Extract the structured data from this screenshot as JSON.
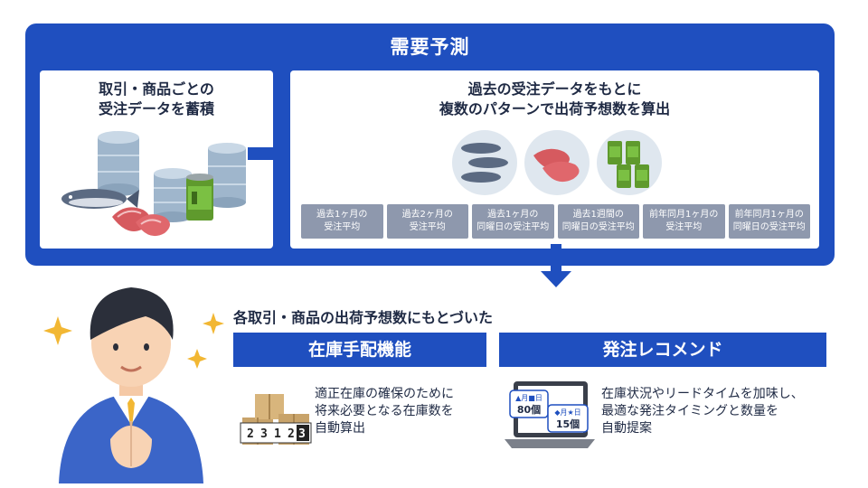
{
  "forecast": {
    "title": "需要予測",
    "store_heading": [
      "取引・商品ごとの",
      "受注データを蓄積"
    ],
    "calc_heading": [
      "過去の受注データをもとに",
      "複数のパターンで出荷予想数を算出"
    ],
    "methods": [
      [
        "過去1ヶ月の",
        "受注平均"
      ],
      [
        "過去2ヶ月の",
        "受注平均"
      ],
      [
        "過去1ヶ月の",
        "同曜日の受注平均"
      ],
      [
        "過去1週間の",
        "同曜日の受注平均"
      ],
      [
        "前年同月1ヶ月の",
        "受注平均"
      ],
      [
        "前年同月1ヶ月の",
        "同曜日の受注平均"
      ]
    ]
  },
  "lower": {
    "based_on": "各取引・商品の出荷予想数にもとづいた",
    "inventory": {
      "title": "在庫手配機能",
      "desc": [
        "適正在庫の確保のために",
        "将来必要となる在庫数を",
        "自動算出"
      ],
      "counter_digits": [
        "2",
        "3",
        "1",
        "2",
        "3"
      ]
    },
    "recommend": {
      "title": "発注レコメンド",
      "desc": [
        "在庫状況やリードタイムを加味し、",
        "最適な発注タイミングと数量を",
        "自動提案"
      ],
      "bubble1": {
        "label": "▲月■日",
        "value": "80個"
      },
      "bubble2": {
        "label": "◆月★日",
        "value": "15個"
      }
    }
  },
  "colors": {
    "brand_blue": "#1f4fbf",
    "method_gray": "#8e98ad"
  },
  "icons": [
    "database-icon",
    "tuna-icon",
    "meat-icon",
    "can-icon",
    "arrow-right-icon",
    "arrow-down-icon",
    "businessman-icon",
    "sparkle-icon",
    "boxes-icon",
    "laptop-icon"
  ]
}
